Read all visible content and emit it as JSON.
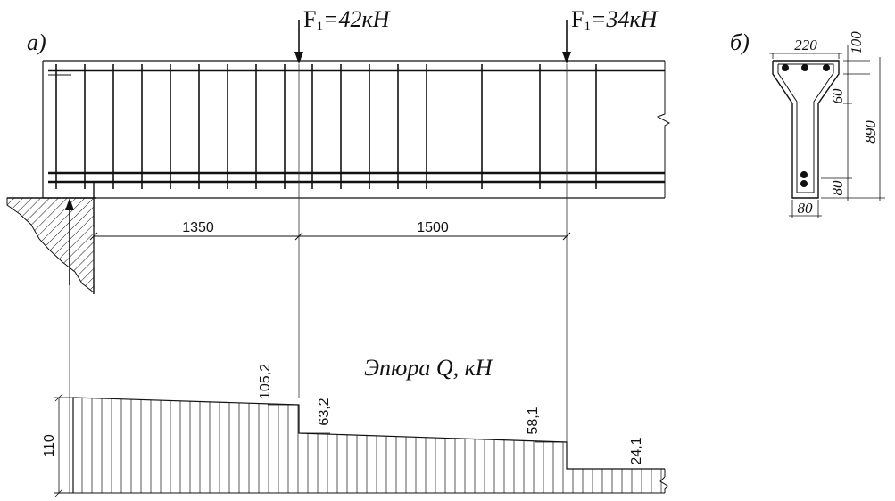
{
  "labels": {
    "panel_a": "а)",
    "panel_b": "б)",
    "force1": "F",
    "force1_sub": "1",
    "force1_value": "=42кН",
    "force2": "F",
    "force2_sub": "1",
    "force2_value": "=34кН",
    "span1": "1350",
    "span2": "1500",
    "diagram_title": "Эпюра  Q, кН",
    "q_110": "110",
    "q_105_2": "105,2",
    "q_63_2": "63,2",
    "q_58_1": "58,1",
    "q_24_1": "24,1",
    "sec_top_width": "220",
    "sec_flange_height": "100",
    "sec_haunch": "60",
    "sec_total_height": "890",
    "sec_bottom": "80",
    "sec_web_width": "80"
  }
}
